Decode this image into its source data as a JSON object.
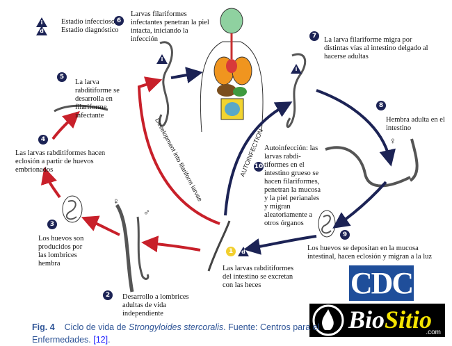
{
  "legend": {
    "infective": {
      "symbol": "i",
      "label": "Estadio infeccioso"
    },
    "diagnostic": {
      "symbol": "d",
      "label": "Estadio diagnóstico"
    }
  },
  "steps": [
    {
      "num": "1",
      "text": "Las larvas rabditiformes del intestino se excretan con las heces",
      "color": "#f2cf2e"
    },
    {
      "num": "2",
      "text": "Desarrollo a lombrices adultas de vida independiente"
    },
    {
      "num": "3",
      "text": "Los huevos son producidos por las lombrices hembra"
    },
    {
      "num": "4",
      "text": "Las larvas rabditiformes hacen eclosión a partir de huevos embrionados"
    },
    {
      "num": "5",
      "text": "La larva rabditiforme se desarrolla en filariforme infectante"
    },
    {
      "num": "6",
      "text": "Larvas filariformes infectantes penetran la piel intacta, iniciando la infección"
    },
    {
      "num": "7",
      "text": "La larva filariforme migra por distintas vías al intestino delgado al hacerse adultas"
    },
    {
      "num": "8",
      "text": "Hembra adulta en el intestino"
    },
    {
      "num": "9",
      "text": "Los huevos se depositan en la mucosa intestinal, hacen eclosión y migran a la luz"
    },
    {
      "num": "10",
      "text": "Autoinfección: las larvas rabdi-tiformes en el intestino grueso se hacen filariformes, penetran la mucosa y la piel perianales y migran aleatoriamente a otros órganos"
    }
  ],
  "arrow_labels": {
    "development": "Development into filariform larvae",
    "autoinfection": "AUTOINFECTION"
  },
  "sex_symbols": {
    "female": "♀",
    "male": "♂"
  },
  "logos": {
    "cdc": "CDC",
    "biositio": "BioSitio",
    "biositio_domain": ".com"
  },
  "caption": {
    "fig": "Fig. 4",
    "text_before": "Ciclo de vida de ",
    "species": "Strongyloides stercoralis",
    "text_after": ". Fuente: Centros para el",
    "line2": "Enfermedades. ",
    "ref": "[12]",
    "end": "."
  },
  "colors": {
    "free_living_cycle": "#c8202a",
    "parasitic_cycle": "#1c2355",
    "badge": "#1c2355",
    "caption": "#2f5597"
  }
}
